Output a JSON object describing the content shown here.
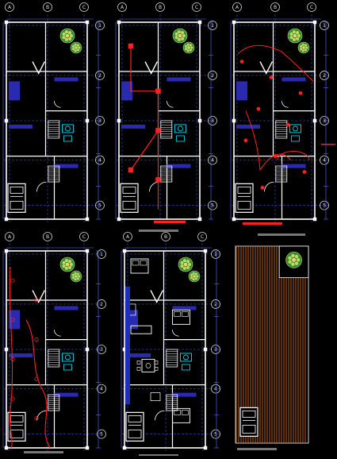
{
  "colors": {
    "background": "#000000",
    "walls": "#ffffff",
    "grid": "#4a5dd6",
    "dimension": "#5b6cff",
    "electrical": "#ff2020",
    "plumbing": "#00e5ff",
    "plant_dark": "#2f8f2f",
    "plant_light": "#c8d46a",
    "roof": "#d2691e",
    "furniture": "#ffffff",
    "fill_room": "#1a1a66"
  },
  "grid_labels": {
    "columns": [
      "A",
      "B",
      "C"
    ],
    "rows": [
      "1",
      "2",
      "3",
      "4",
      "5"
    ]
  },
  "panels": [
    {
      "kind": "architectural"
    },
    {
      "kind": "electrical-lighting"
    },
    {
      "kind": "electrical-outlets"
    },
    {
      "kind": "plumbing-circuits"
    },
    {
      "kind": "furnished"
    },
    {
      "kind": "roof"
    }
  ],
  "icons": [
    "tree-icon",
    "car-icon",
    "stair-icon",
    "bath-fixture-icon"
  ]
}
